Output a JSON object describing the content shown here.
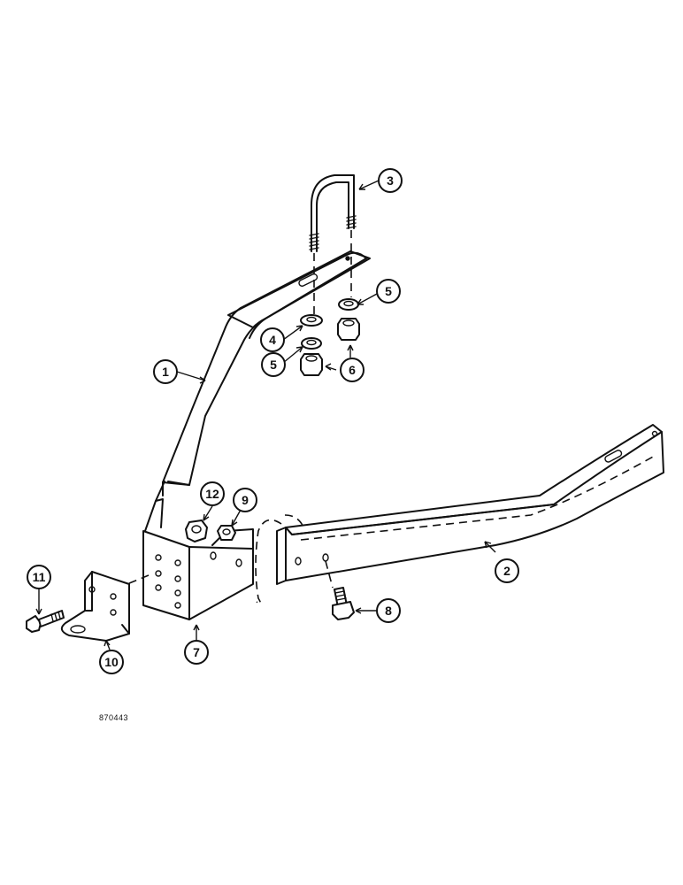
{
  "callouts": [
    {
      "id": "1",
      "label": "1"
    },
    {
      "id": "2",
      "label": "2"
    },
    {
      "id": "3",
      "label": "3"
    },
    {
      "id": "4",
      "label": "4"
    },
    {
      "id": "5a",
      "label": "5"
    },
    {
      "id": "5b",
      "label": "5"
    },
    {
      "id": "6",
      "label": "6"
    },
    {
      "id": "7",
      "label": "7"
    },
    {
      "id": "8",
      "label": "8"
    },
    {
      "id": "9",
      "label": "9"
    },
    {
      "id": "10",
      "label": "10"
    },
    {
      "id": "11",
      "label": "11"
    },
    {
      "id": "12",
      "label": "12"
    }
  ],
  "reference_number": "870443"
}
